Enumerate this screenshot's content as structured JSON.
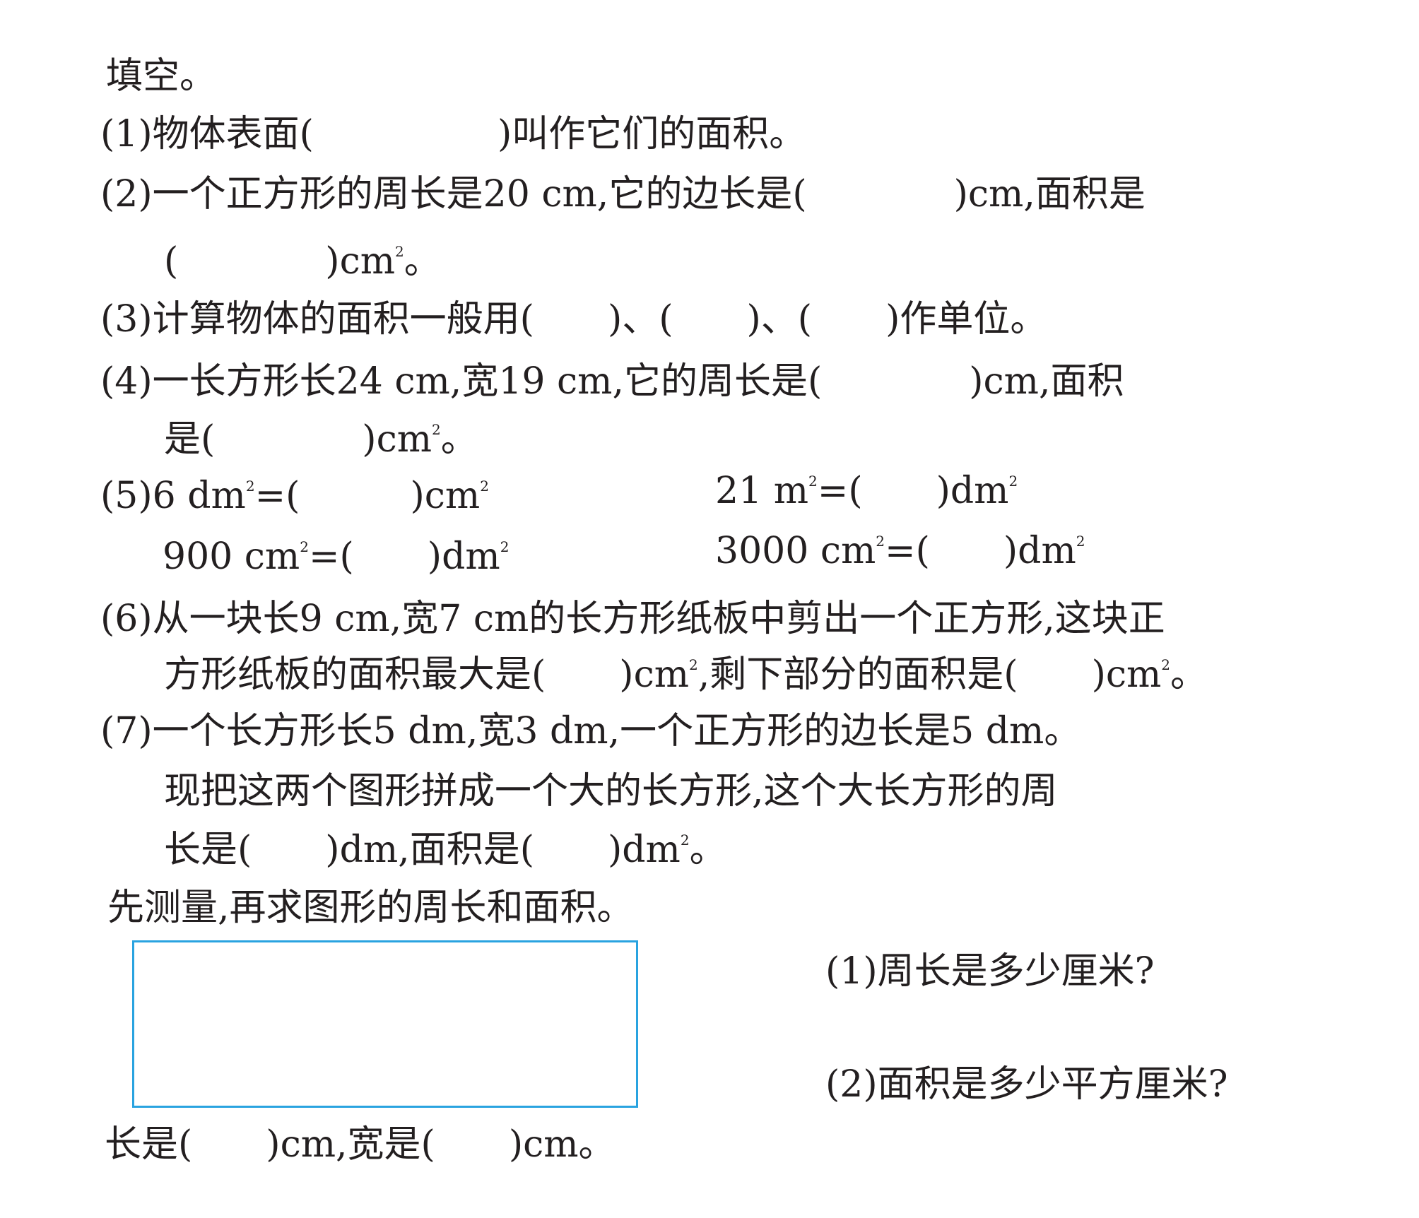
{
  "heading_fill": "填空。",
  "q1": "(1)物体表面(　　　　　)叫作它们的面积。",
  "q2_a": "(2)一个正方形的周长是20 cm,它的边长是(　　　　)cm,面积是",
  "q2_b": "(　　　　)cm",
  "q2_b_sup": "2",
  "q2_b_end": "。",
  "q3": "(3)计算物体的面积一般用(　　)、(　　)、(　　)作单位。",
  "q4_a": "(4)一长方形长24 cm,宽19 cm,它的周长是(　　　　)cm,面积",
  "q4_b": "是(　　　　)cm",
  "q4_b_sup": "2",
  "q4_b_end": "。",
  "q5": {
    "c1_pre": "(5)6 dm",
    "c1_sup": "2",
    "c1_mid": "=(　　　)cm",
    "c1_sup2": "2",
    "c2_pre": "21 m",
    "c2_sup": "2",
    "c2_mid": "=(　　)dm",
    "c2_sup2": "2",
    "c3_pre": "900 cm",
    "c3_sup": "2",
    "c3_mid": "=(　　)dm",
    "c3_sup2": "2",
    "c4_pre": "3000 cm",
    "c4_sup": "2",
    "c4_mid": "=(　　)dm",
    "c4_sup2": "2"
  },
  "q6_a": "(6)从一块长9 cm,宽7 cm的长方形纸板中剪出一个正方形,这块正",
  "q6_b_pre": "方形纸板的面积最大是(　　)cm",
  "q6_b_sup": "2",
  "q6_b_mid": ",剩下部分的面积是(　　)cm",
  "q6_b_sup2": "2",
  "q6_b_end": "。",
  "q7_a": "(7)一个长方形长5 dm,宽3 dm,一个正方形的边长是5 dm。",
  "q7_b": "现把这两个图形拼成一个大的长方形,这个大长方形的周",
  "q7_c_pre": "长是(　　)dm,面积是(　　)dm",
  "q7_c_sup": "2",
  "q7_c_end": "。",
  "heading_measure": "先测量,再求图形的周长和面积。",
  "m1": "(1)周长是多少厘米?",
  "m2": "(2)面积是多少平方厘米?",
  "measure_line": "长是(　　)cm,宽是(　　)cm。",
  "colors": {
    "text": "#231f20",
    "rect_border": "#29a3e0"
  }
}
